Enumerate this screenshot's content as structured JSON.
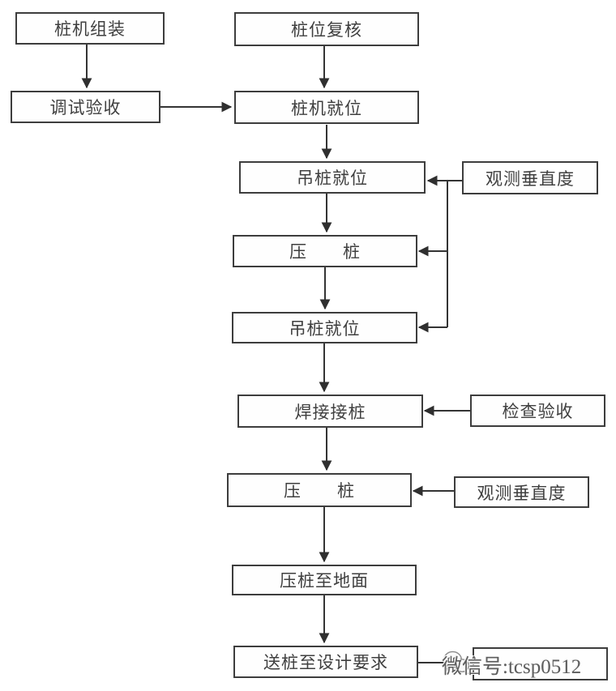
{
  "diagram": {
    "type": "flowchart",
    "language": "zh-CN",
    "colors": {
      "background": "#ffffff",
      "line": "#343434",
      "box_border": "#3d3d3d",
      "text": "#3f3f3f",
      "watermark_text": "#5d5d5d"
    },
    "nodes": {
      "assembly": {
        "label": "桩机组装"
      },
      "position_recheck": {
        "label": "桩位复核"
      },
      "debug_acceptance": {
        "label": "调试验收"
      },
      "machine_in_place": {
        "label": "桩机就位"
      },
      "hoist_pile_1": {
        "label": "吊桩就位"
      },
      "observe_vertical_1": {
        "label": "观测垂直度"
      },
      "press_pile_1": {
        "label": "压　　桩"
      },
      "hoist_pile_2": {
        "label": "吊桩就位"
      },
      "weld_joint": {
        "label": "焊接接桩"
      },
      "inspection_acceptance": {
        "label": "检查验收"
      },
      "press_pile_2": {
        "label": "压　　桩"
      },
      "observe_vertical_2": {
        "label": "观测垂直度"
      },
      "press_to_ground": {
        "label": "压桩至地面"
      },
      "send_to_design": {
        "label": "送桩至设计要求"
      },
      "final_box": {
        "label": ""
      }
    },
    "watermark": {
      "text": "微信号:tcsp0512",
      "icon": "wechat-icon"
    }
  }
}
